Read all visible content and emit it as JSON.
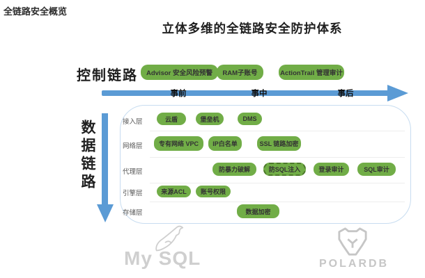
{
  "page": {
    "eyebrow_title": "全链路安全概览",
    "main_title": "立体多维的全链路安全防护体系"
  },
  "colors": {
    "chip_green": "#71ad47",
    "arrow_blue": "#5b9bd5",
    "panel_border": "#c7dcf0",
    "logo_gray": "#cccccc"
  },
  "control_link": {
    "label": "控制链路",
    "items": [
      {
        "label": "Advisor 安全风险预警"
      },
      {
        "label": "RAM子账号"
      },
      {
        "label": "ActionTrail 管理审计"
      }
    ]
  },
  "timeline": {
    "phases": [
      {
        "label": "事前"
      },
      {
        "label": "事中"
      },
      {
        "label": "事后"
      }
    ]
  },
  "data_link": {
    "label": "数据链路",
    "layers": [
      {
        "name": "接入层",
        "items": [
          {
            "label": "云盾",
            "style": "solid"
          },
          {
            "label": "堡垒机",
            "style": "solid"
          },
          {
            "label": "DMS",
            "style": "solid"
          }
        ]
      },
      {
        "name": "网络层",
        "items": [
          {
            "label": "专有网络 VPC",
            "style": "solid"
          },
          {
            "label": "IP白名单",
            "style": "solid"
          },
          {
            "label": "SSL 链路加密",
            "style": "solid"
          }
        ]
      },
      {
        "name": "代理层",
        "items": [
          {
            "label": "防暴力破解",
            "style": "solid"
          },
          {
            "label": "防SQL注入",
            "style": "dashed"
          },
          {
            "label": "登录审计",
            "style": "solid"
          },
          {
            "label": "SQL审计",
            "style": "solid"
          }
        ]
      },
      {
        "name": "引擎层",
        "items": [
          {
            "label": "来源ACL",
            "style": "solid"
          },
          {
            "label": "账号权限",
            "style": "solid"
          }
        ]
      },
      {
        "name": "存储层",
        "items": [
          {
            "label": "数据加密",
            "style": "solid"
          }
        ]
      }
    ]
  },
  "logos": {
    "mysql_label": "My SQL",
    "polardb_label": "POLARDB"
  }
}
